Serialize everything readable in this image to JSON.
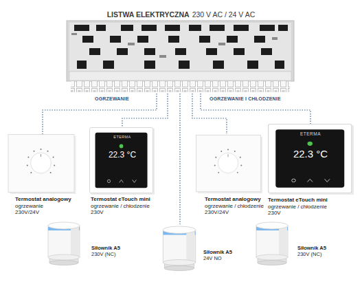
{
  "diagram": {
    "nodes": [
      {
        "text": [
          "LISTWA ELEKTRYCZNA",
          "230 V AC / 24 V AC"
        ]
      },
      {
        "text": [
          "Termostat analogowy",
          "ogrzewanie",
          "230V/24V"
        ]
      },
      {
        "text": [
          "Termostat eTouch mini",
          "ogrzewanie / chłodzenie",
          "230V"
        ]
      },
      {
        "text": [
          "Termostat analogowy",
          "ogrzewanie / chłodzenie",
          "230V/24V"
        ]
      },
      {
        "text": [
          "Termostat eTouch mini",
          "ogrzewanie / chłodzenie",
          "230V"
        ]
      },
      {
        "text": [
          "Siłownik A5",
          "230V (NC)"
        ]
      },
      {
        "text": [
          "Siłownik A5",
          "24V NO"
        ]
      },
      {
        "text": [
          "Siłownik A5",
          "230V (NC)"
        ]
      }
    ],
    "edges": [
      {
        "from": 0,
        "to": 1,
        "arrow": "none"
      },
      {
        "from": 0,
        "to": 2,
        "arrow": "none"
      },
      {
        "from": 0,
        "to": 6,
        "arrow": "none"
      },
      {
        "from": 0,
        "to": 3,
        "arrow": "none"
      },
      {
        "from": 0,
        "to": 4,
        "arrow": "none"
      }
    ],
    "labels": [
      "OGRZEWANIE",
      "OGRZEWANIE I CHŁODZENIE",
      "ETERMA",
      "22.3 °C",
      "ETERMA",
      "22.3 °C"
    ]
  }
}
